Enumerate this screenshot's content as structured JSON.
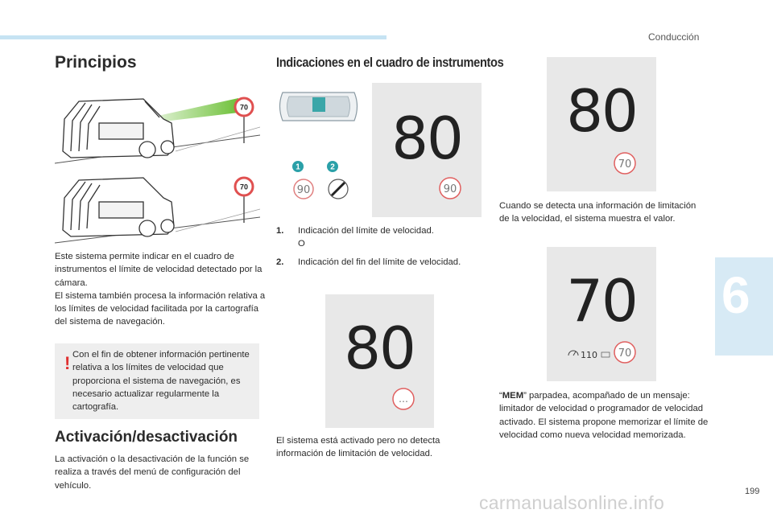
{
  "header": {
    "chapter": "Conducción",
    "chapter_number": "6",
    "page_number": "199"
  },
  "watermark": "carmanualsonline.info",
  "sections": {
    "principios": {
      "title": "Principios",
      "sign_value": "70",
      "intro": "Este sistema permite indicar en el cuadro de instrumentos el límite de velocidad detectado por la cámara.",
      "intro2": "El sistema también procesa la información relativa a los límites de velocidad facilitada por la cartografía del sistema de navegación.",
      "warning": "Con el fin de obtener información pertinente relativa a los límites de velocidad que proporciona el sistema de navegación, es necesario actualizar regularmente la cartografía."
    },
    "activacion": {
      "title": "Activación/desactivación",
      "text": "La activación o la desactivación de la función se realiza a través del menú de configuración del vehículo."
    },
    "indicaciones": {
      "title": "Indicaciones en el cuadro de instrumentos",
      "callout_1": "1",
      "callout_2": "2",
      "sign_limit": "90",
      "items": [
        {
          "num": "1.",
          "text": "Indicación del límite de velocidad.",
          "sub": "O"
        },
        {
          "num": "2.",
          "text": "Indicación del fin del límite de velocidad."
        }
      ],
      "display_a": {
        "speed": "80",
        "limit": "90"
      },
      "display_b": {
        "speed": "80",
        "limit": "…"
      },
      "display_b_text": "El sistema está activado pero no detecta información de limitación de velocidad.",
      "display_c": {
        "speed": "80",
        "limit": "70"
      },
      "display_c_text": "Cuando se detecta una información de limitación de la velocidad, el sistema muestra el valor.",
      "display_d": {
        "speed": "70",
        "limit": "70",
        "memorized": "110"
      },
      "mem_label": "MEM",
      "mem_text_pre": "“",
      "mem_text": "” parpadea, acompañado de un mensaje: limitador de velocidad o programador de velocidad activado. El sistema propone memorizar el límite de velocidad como nueva velocidad memorizada."
    }
  },
  "colors": {
    "accent_blue": "#3aa6d8",
    "callout_teal": "#2aa0a8",
    "sign_red": "#e05050",
    "warning_red": "#e03030",
    "beam_green": "#6fc13a"
  }
}
